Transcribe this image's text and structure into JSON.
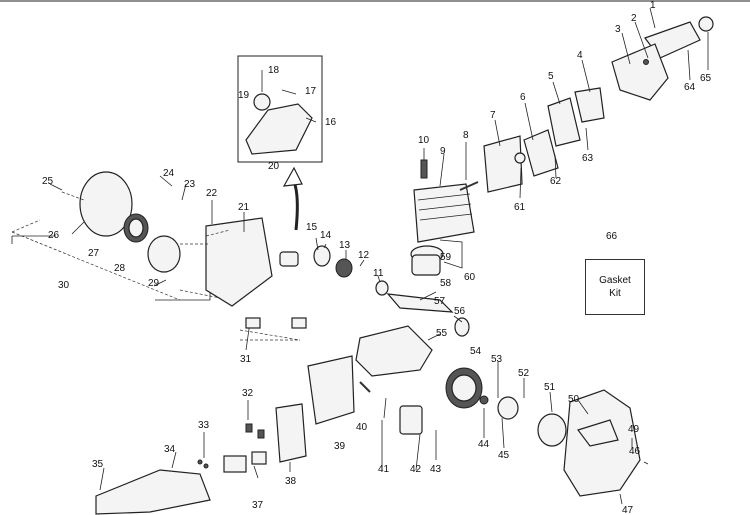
{
  "callouts": {
    "c1": "1",
    "c2": "2",
    "c3": "3",
    "c4": "4",
    "c5": "5",
    "c6": "6",
    "c7": "7",
    "c8": "8",
    "c9": "9",
    "c10": "10",
    "c11": "11",
    "c12": "12",
    "c13": "13",
    "c14": "14",
    "c15": "15",
    "c16": "16",
    "c17": "17",
    "c18": "18",
    "c19": "19",
    "c20": "20",
    "c21": "21",
    "c22": "22",
    "c23": "23",
    "c24": "24",
    "c25": "25",
    "c26": "26",
    "c27": "27",
    "c28": "28",
    "c29": "29",
    "c30": "30",
    "c31": "31",
    "c32": "32",
    "c33": "33",
    "c34": "34",
    "c35": "35",
    "c37": "37",
    "c38": "38",
    "c39": "39",
    "c40": "40",
    "c41": "41",
    "c42": "42",
    "c43": "43",
    "c44": "44",
    "c45": "45",
    "c46": "46",
    "c47": "47",
    "c49": "49",
    "c50": "50",
    "c51": "51",
    "c52": "52",
    "c53": "53",
    "c54": "54",
    "c55": "55",
    "c56": "56",
    "c57": "57",
    "c58": "58",
    "c59": "59",
    "c60": "60",
    "c61": "61",
    "c62": "62",
    "c63": "63",
    "c64": "64",
    "c65": "65",
    "c66": "66"
  },
  "gasket_kit": {
    "line1": "Gasket",
    "line2": "Kit"
  }
}
